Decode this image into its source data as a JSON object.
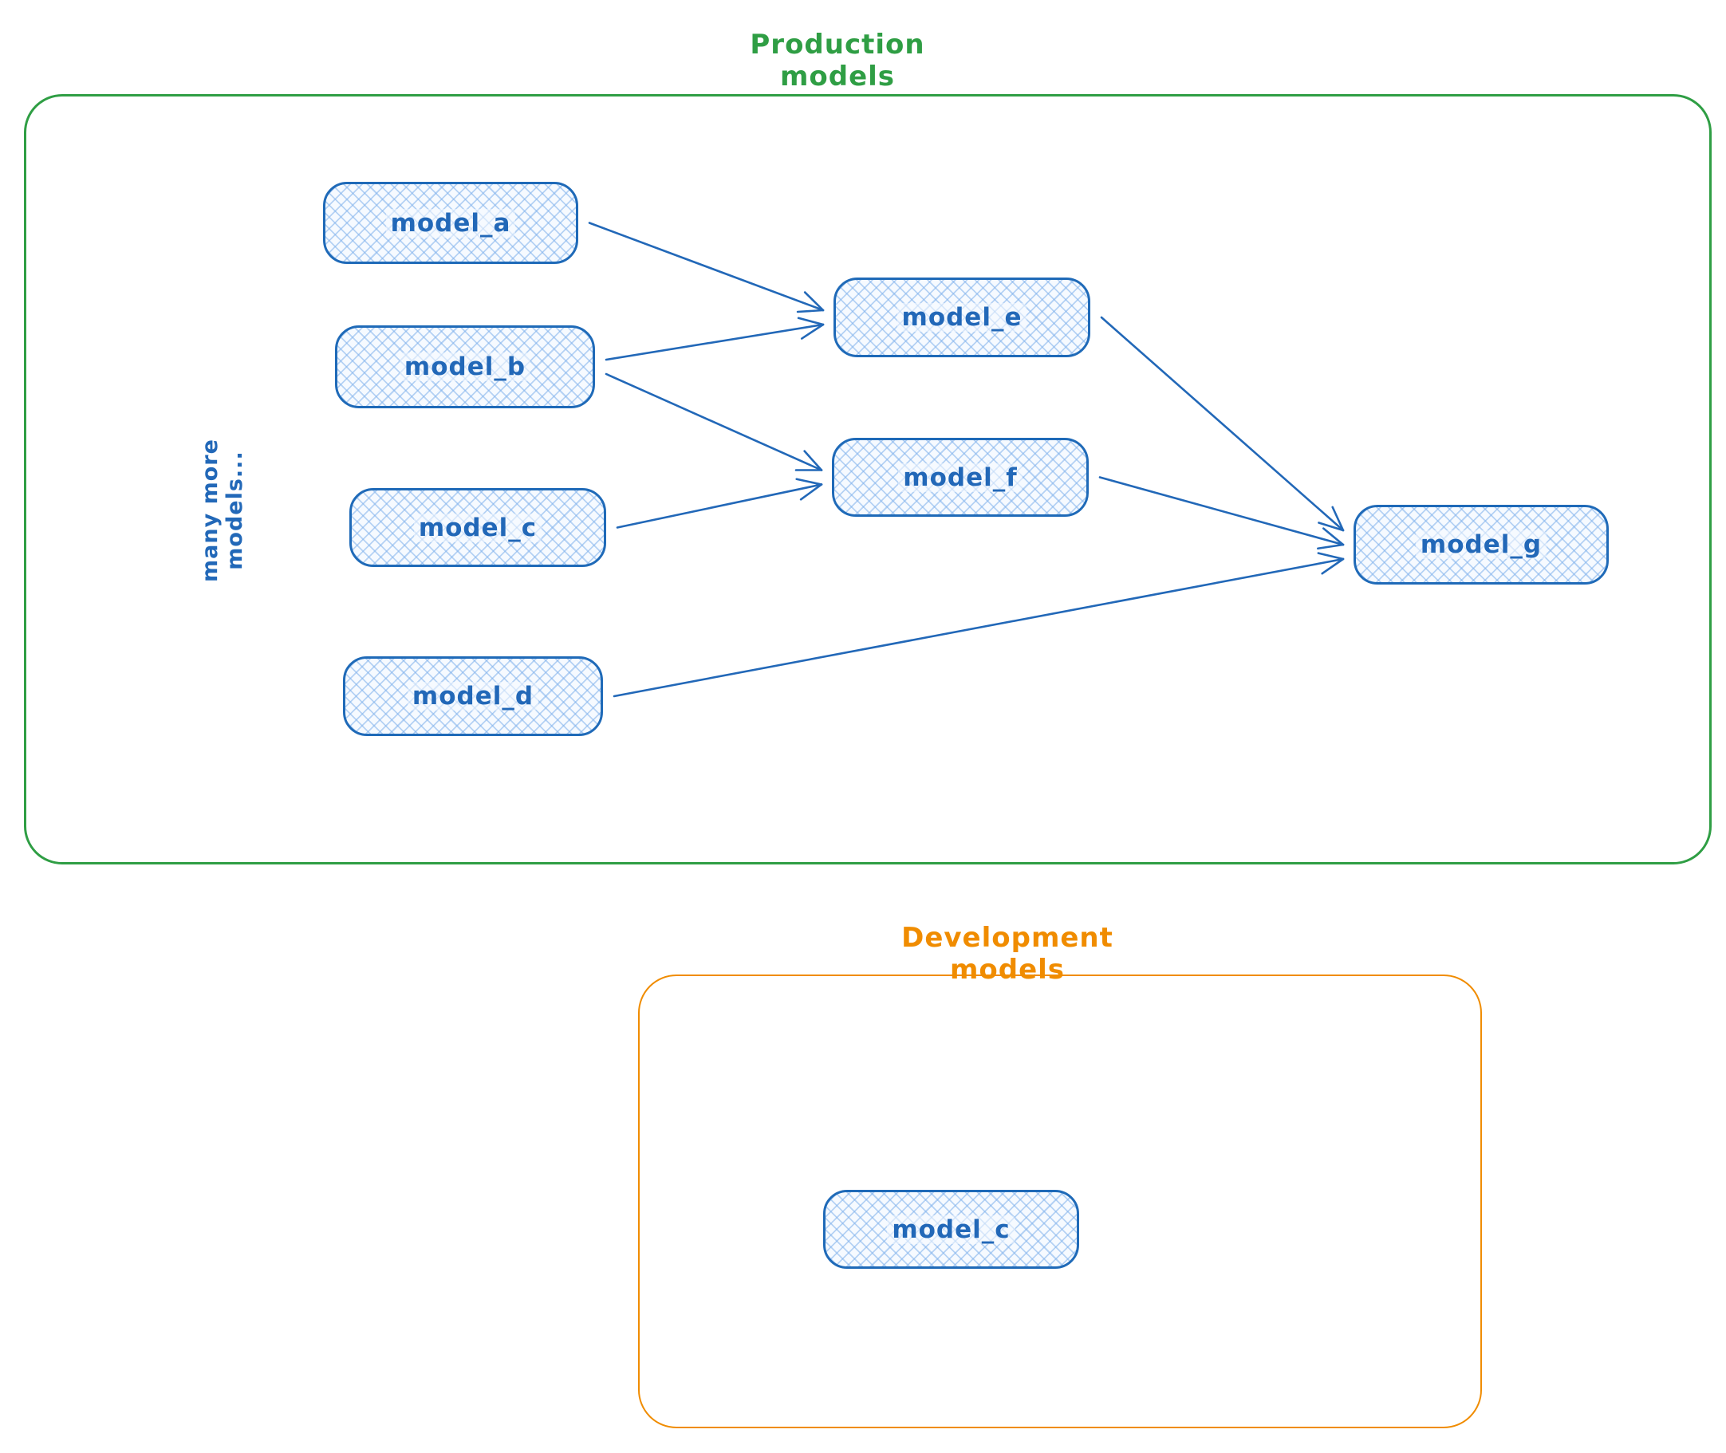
{
  "production_group": {
    "title": "Production models",
    "title_color": "#2f9e44",
    "border_color": "#2f9e44",
    "side_note": "many more models..."
  },
  "development_group": {
    "title": "Development models",
    "title_color": "#f08c00",
    "border_color": "#f08c00"
  },
  "style": {
    "node_border_color": "#1f6ab8",
    "node_label_color": "#2268b8",
    "node_fill_hatch_color": "#80b2ec",
    "arrow_color": "#2268b8"
  },
  "nodes": {
    "model_a": {
      "label": "model_a"
    },
    "model_b": {
      "label": "model_b"
    },
    "model_c": {
      "label": "model_c"
    },
    "model_d": {
      "label": "model_d"
    },
    "model_e": {
      "label": "model_e"
    },
    "model_f": {
      "label": "model_f"
    },
    "model_g": {
      "label": "model_g"
    },
    "dev_model_c": {
      "label": "model_c"
    }
  },
  "edges": [
    {
      "from": "model_a",
      "to": "model_e"
    },
    {
      "from": "model_b",
      "to": "model_e"
    },
    {
      "from": "model_b",
      "to": "model_f"
    },
    {
      "from": "model_c",
      "to": "model_f"
    },
    {
      "from": "model_e",
      "to": "model_g"
    },
    {
      "from": "model_f",
      "to": "model_g"
    },
    {
      "from": "model_d",
      "to": "model_g"
    }
  ]
}
